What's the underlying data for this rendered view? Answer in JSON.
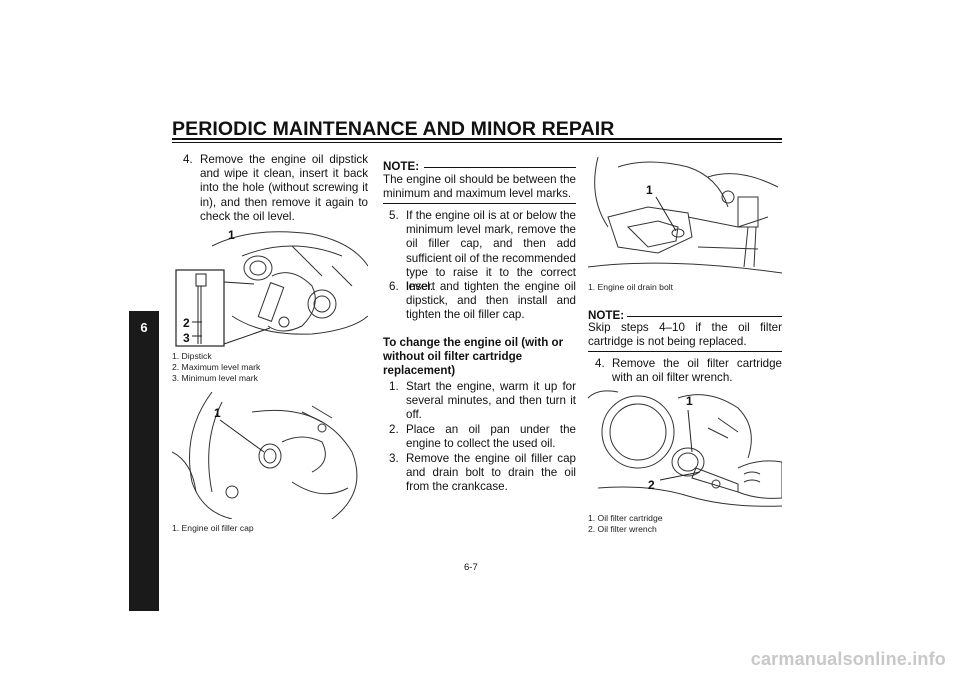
{
  "header": {
    "title": "PERIODIC MAINTENANCE AND MINOR REPAIR"
  },
  "chapter_tab": "6",
  "left_column": {
    "step4": {
      "number": "4.",
      "text": "Remove the engine oil dipstick and wipe it clean, insert it back into the hole (without screwing it in), and then remove it again to check the oil level."
    },
    "figure1": {
      "callouts": [
        "1",
        "2",
        "3"
      ],
      "captions": [
        "1. Dipstick",
        "2. Maximum level mark",
        "3. Minimum level mark"
      ]
    },
    "figure2": {
      "callouts": [
        "1"
      ],
      "captions": [
        "1. Engine oil filler cap"
      ]
    }
  },
  "middle_column": {
    "note": {
      "label": "NOTE:",
      "text": "The engine oil should be between the minimum and maximum level marks."
    },
    "step5": {
      "number": "5.",
      "text": "If the engine oil is at or below the minimum level mark, remove the oil filler cap, and then add sufficient oil of the recommended type to raise it to the correct level."
    },
    "step6": {
      "number": "6.",
      "text": "Insert and tighten the engine oil dipstick, and then install and tighten the oil filler cap."
    },
    "subheading": "To change the engine oil (with or without oil filter cartridge replacement)",
    "step1": {
      "number": "1.",
      "text": "Start the engine, warm it up for several minutes, and then turn it off."
    },
    "step2": {
      "number": "2.",
      "text": "Place an oil pan under the engine to collect the used oil."
    },
    "step3": {
      "number": "3.",
      "text": "Remove the engine oil filler cap and drain bolt to drain the oil from the crankcase."
    }
  },
  "right_column": {
    "figure3": {
      "callouts": [
        "1"
      ],
      "captions": [
        "1. Engine oil drain bolt"
      ]
    },
    "note": {
      "label": "NOTE:",
      "text": "Skip steps 4–10 if the oil filter cartridge is not being replaced."
    },
    "step4": {
      "number": "4.",
      "text": "Remove the oil filter cartridge with an oil filter wrench."
    },
    "figure4": {
      "callouts": [
        "1",
        "2"
      ],
      "captions": [
        "1. Oil filter cartridge",
        "2. Oil filter wrench"
      ]
    }
  },
  "footer": {
    "page_number": "6-7",
    "watermark": "carmanualsonline.info"
  }
}
